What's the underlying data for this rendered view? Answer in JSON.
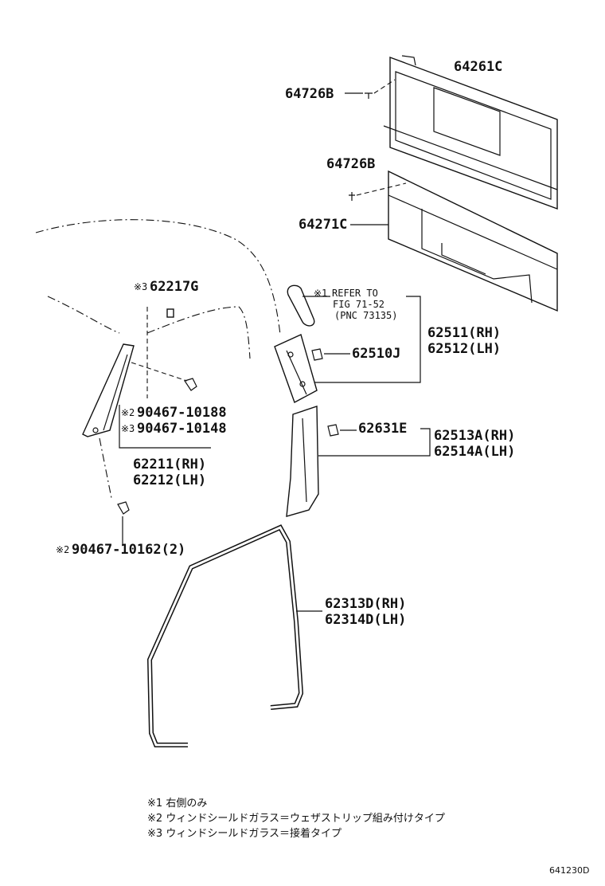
{
  "labels": {
    "p64261c": "64261C",
    "p64726b_top": "64726B",
    "p64726b_mid": "64726B",
    "p64271c": "64271C",
    "p62217g": "62217G",
    "refer_line1": "REFER TO",
    "refer_line2": "FIG 71-52",
    "refer_line3": "(PNC 73135)",
    "p62511": "62511(RH)",
    "p62512": "62512(LH)",
    "p62510j": "62510J",
    "clip_a": "90467-10188",
    "clip_b": "90467-10148",
    "p62631e": "62631E",
    "p62513a": "62513A(RH)",
    "p62514a": "62514A(LH)",
    "p62211": "62211(RH)",
    "p62212": "62212(LH)",
    "clip_c": "90467-10162(2)",
    "p62313d": "62313D(RH)",
    "p62314d": "62314D(LH)"
  },
  "marks": {
    "m1": "※1",
    "m2": "※2",
    "m3": "※3"
  },
  "notes": [
    {
      "mark": "※1",
      "text": "右側のみ"
    },
    {
      "mark": "※2",
      "text": "ウィンドシールドガラス＝ウェザストリップ組み付けタイプ"
    },
    {
      "mark": "※3",
      "text": "ウィンドシールドガラス＝接着タイプ"
    }
  ],
  "figure_code": "641230D"
}
